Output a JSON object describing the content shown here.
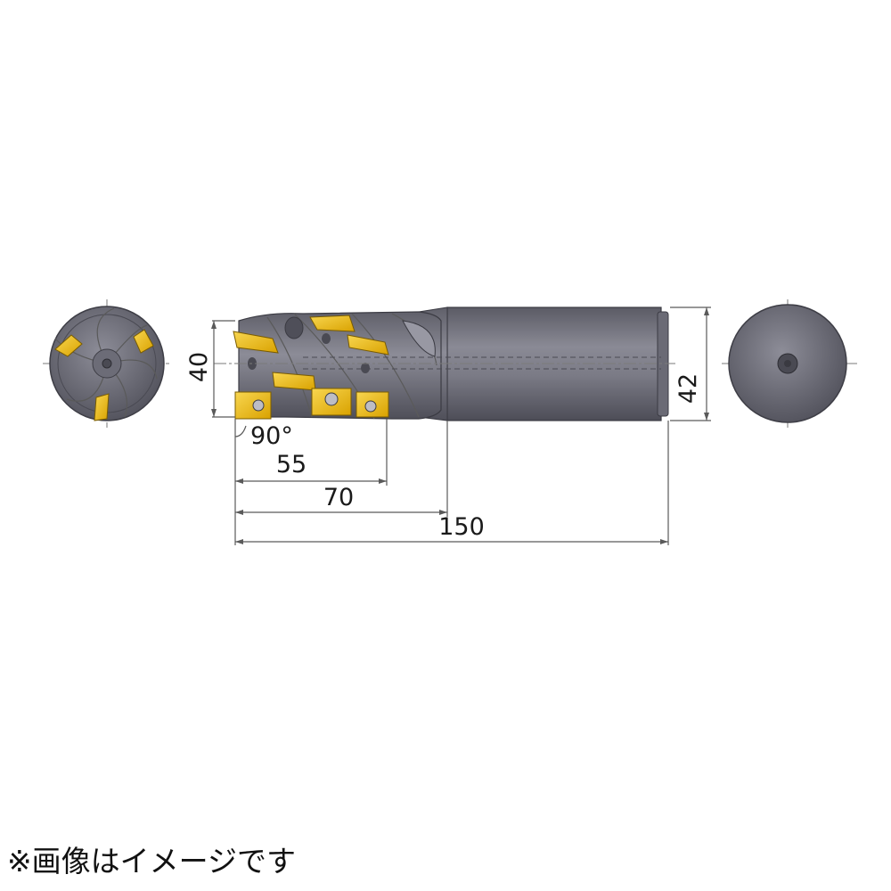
{
  "colors": {
    "body_dark": "#55555e",
    "body_mid": "#6d6d78",
    "body_light": "#8e8e99",
    "insert_gold": "#e6b000",
    "insert_light": "#f7d24a",
    "dim_line": "#5a5a5a"
  },
  "dimensions": {
    "cutting_diameter": "40",
    "shank_diameter": "42",
    "lead_angle": "90°",
    "insert_length": "55",
    "flute_length": "70",
    "overall_length": "150"
  },
  "note": "※画像はイメージです"
}
